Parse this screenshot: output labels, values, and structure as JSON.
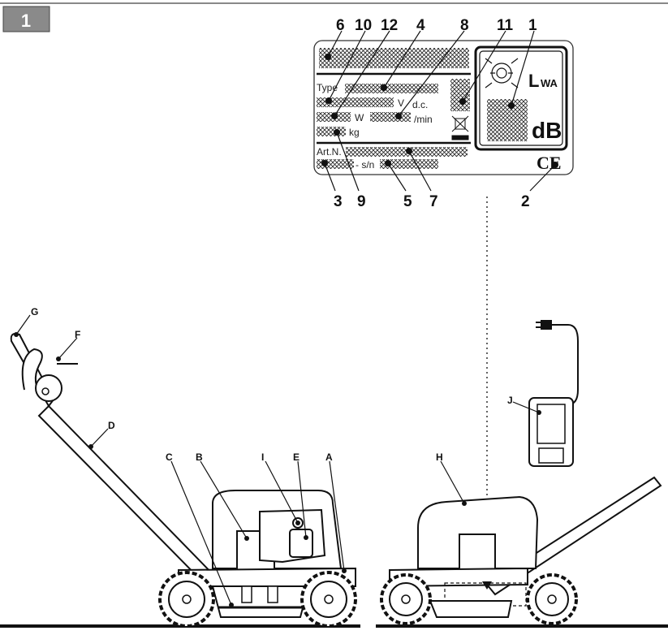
{
  "figure_number": "1",
  "plate": {
    "callouts": [
      "6",
      "10",
      "12",
      "4",
      "8",
      "11",
      "1",
      "3",
      "9",
      "5",
      "7",
      "2"
    ],
    "type_label": "Type",
    "v_label": "V",
    "dc_label": "d.c.",
    "w_label": "W",
    "rpm_label": "/min",
    "kg_label": "kg",
    "art_label": "Art.N.",
    "sn_label": "- s/n",
    "lwa_big": "L",
    "lwa_sub": "WA",
    "db_label": "dB",
    "ce_label": "CE"
  },
  "mower_labels": [
    "G",
    "F",
    "D",
    "C",
    "B",
    "I",
    "E",
    "A"
  ],
  "side_labels": [
    "H",
    "J"
  ]
}
